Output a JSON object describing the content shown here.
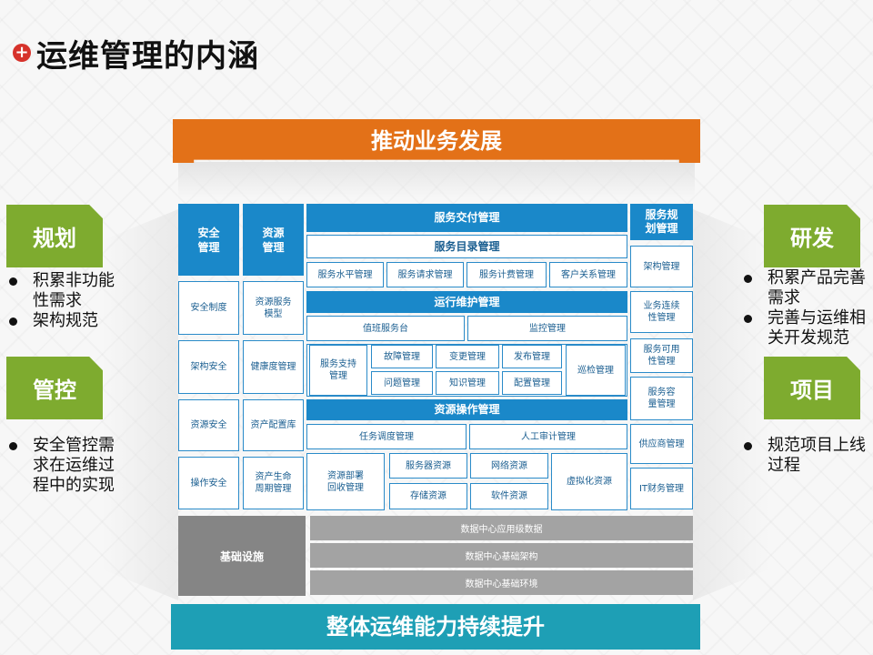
{
  "title": "运维管理的内涵",
  "top_banner": "推动业务发展",
  "bottom_banner": "整体运维能力持续提升",
  "left": {
    "tab1": "规划",
    "bullets1": [
      "积累非功能性需求",
      "架构规范"
    ],
    "tab2": "管控",
    "bullets2": [
      "安全管控需求在运维过程中的实现"
    ]
  },
  "right": {
    "tab1": "研发",
    "bullets1": [
      "积累产品完善需求",
      "完善与运维相关开发规范"
    ],
    "tab2": "项目",
    "bullets2": [
      "规范项目上线过程"
    ]
  },
  "col_security": {
    "header": "安全\n管理",
    "items": [
      "安全制度",
      "架构安全",
      "资源安全",
      "操作安全"
    ]
  },
  "col_resource": {
    "header": "资源\n管理",
    "items": [
      "资源服务\n模型",
      "健康度管理",
      "资产配置库",
      "资产生命\n周期管理"
    ]
  },
  "service_delivery": {
    "header": "服务交付管理",
    "catalog": {
      "header": "服务目录管理",
      "items": [
        "服务水平管理",
        "服务请求管理",
        "服务计费管理",
        "客户关系管理"
      ]
    },
    "ops": {
      "header": "运行维护管理",
      "duty": "值班服务台",
      "monitor": "监控管理",
      "support": "服务支持\n管理",
      "grid": [
        "故障管理",
        "变更管理",
        "发布管理",
        "问题管理",
        "知识管理",
        "配置管理"
      ],
      "patrol": "巡检管理"
    },
    "resource_ops": {
      "header": "资源操作管理",
      "scheduling": "任务调度管理",
      "audit": "人工审计管理",
      "deploy": "资源部署\n回收管理",
      "grid": [
        "服务器资源",
        "网络资源",
        "存储资源",
        "软件资源"
      ],
      "virtual": "虚拟化资源"
    }
  },
  "col_planning": {
    "header": "服务规\n划管理",
    "items": [
      "架构管理",
      "业务连续\n性管理",
      "服务可用\n性管理",
      "服务容\n量管理",
      "供应商管理",
      "IT财务管理"
    ]
  },
  "infrastructure": {
    "label": "基础设施",
    "bars": [
      "数据中心应用级数据",
      "数据中心基础架构",
      "数据中心基础环境"
    ]
  }
}
